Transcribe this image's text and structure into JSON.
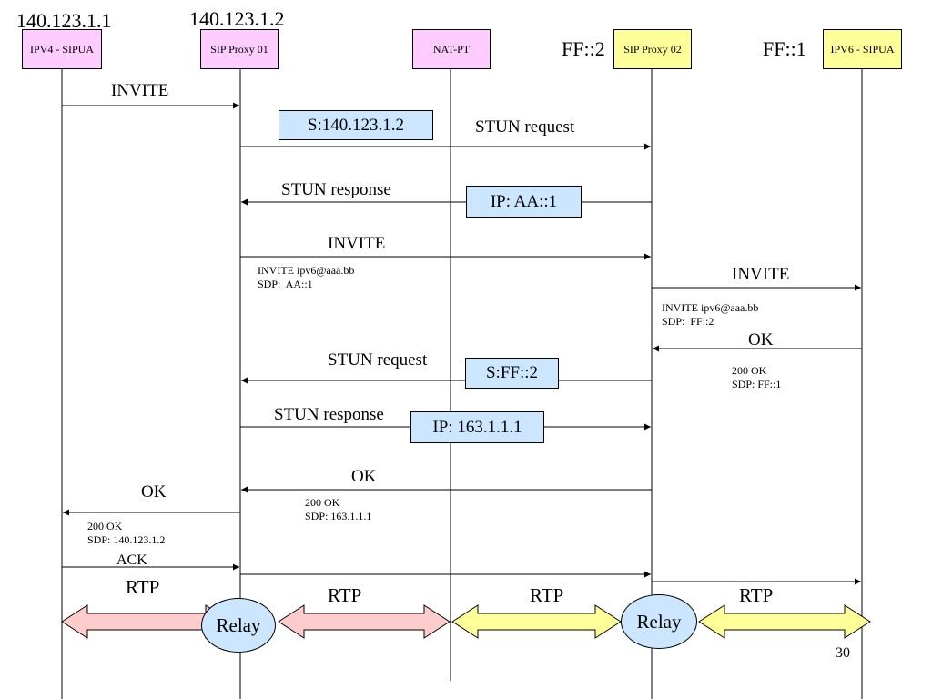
{
  "addresses": {
    "ipv4_ua": "140.123.1.1",
    "proxy01": "140.123.1.2",
    "proxy02": "FF::2",
    "ipv6_ua": "FF::1"
  },
  "nodes": {
    "ipv4_ua": "IPV4 - SIPUA",
    "proxy01": "SIP Proxy 01",
    "natpt": "NAT-PT",
    "proxy02": "SIP Proxy 02",
    "ipv6_ua": "IPV6 - SIPUA"
  },
  "messages": {
    "invite_1": "INVITE",
    "stun_request_1": "STUN request",
    "stun_response_1": "STUN response",
    "invite_2": "INVITE",
    "invite_3": "INVITE",
    "ok_1": "OK",
    "stun_request_2": "STUN request",
    "stun_response_2": "STUN response",
    "ok_2": "OK",
    "ok_3": "OK",
    "ack": "ACK"
  },
  "boxes": {
    "s_proxy01": "S:140.123.1.2",
    "ip_aa1": "IP: AA::1",
    "s_ff2": "S:FF::2",
    "ip_163": "IP: 163.1.1.1"
  },
  "notes": {
    "invite_2": "INVITE ipv6@aaa.bb\nSDP:  AA::1",
    "invite_3": "INVITE ipv6@aaa.bb\nSDP:  FF::2",
    "ok_1": "200 OK\nSDP: FF::1",
    "ok_2": "200 OK\nSDP: 163.1.1.1",
    "ok_3": "200 OK\nSDP: 140.123.1.2"
  },
  "rtp": {
    "rtp1": "RTP",
    "rtp2": "RTP",
    "rtp3": "RTP",
    "rtp4": "RTP",
    "relay1": "Relay",
    "relay2": "Relay"
  },
  "colors": {
    "pink_node": "#ffccff",
    "yellow_node": "#ffff99",
    "blue_box": "#cce6ff",
    "pink_arrow": "#ffcccc",
    "yellow_arrow": "#ffff99"
  },
  "page_number": "30"
}
